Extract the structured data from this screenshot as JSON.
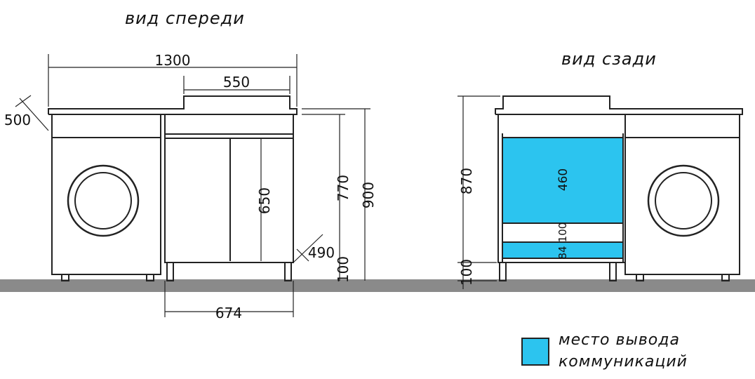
{
  "front_view": {
    "title": "вид спереди",
    "dims": {
      "total_width": "1300",
      "upper_width": "550",
      "depth_left": "500",
      "door_height": "650",
      "body_height": "770",
      "total_height": "900",
      "depth_right": "490",
      "leg_height": "100",
      "cabinet_width": "674"
    }
  },
  "rear_view": {
    "title": "вид сзади",
    "dims": {
      "height": "870",
      "zone_height": "460",
      "gap1": "84",
      "gap2": "100",
      "leg_height": "100"
    }
  },
  "legend": {
    "line1": "место вывода",
    "line2": "коммуникаций",
    "color": "#2cc4ef"
  },
  "colors": {
    "floor": "#8a8a8a",
    "outline": "#222222",
    "highlight": "#2cc4ef"
  }
}
